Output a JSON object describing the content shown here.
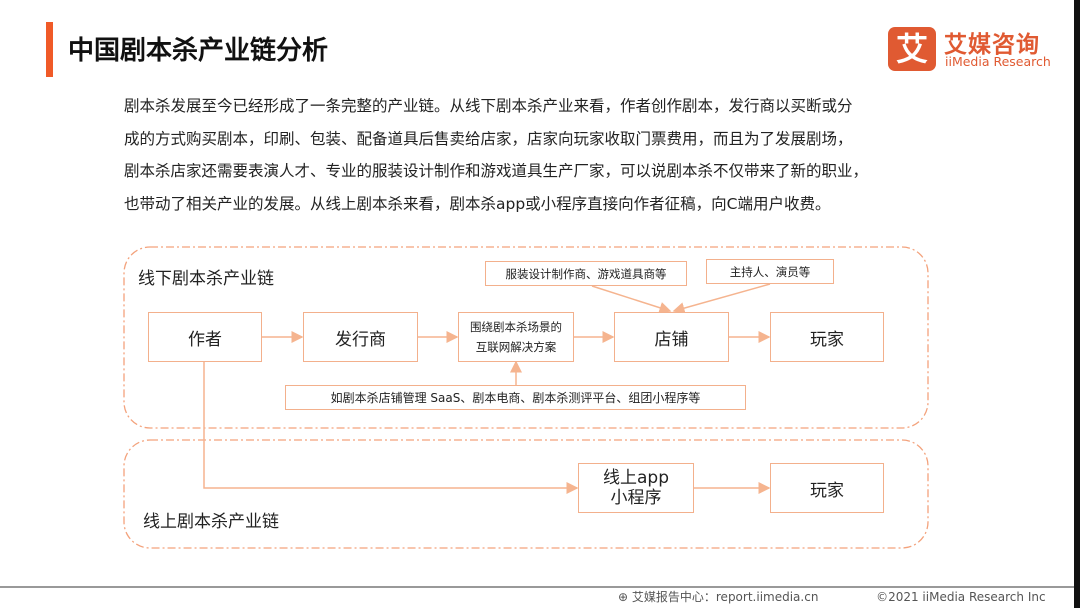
{
  "title": "中国剧本杀产业链分析",
  "logo": {
    "mark": "艾",
    "cn": "艾媒咨询",
    "en": "iiMedia Research"
  },
  "paragraph": [
    "剧本杀发展至今已经形成了一条完整的产业链。从线下剧本杀产业来看，作者创作剧本，发行商以买断或分",
    "成的方式购买剧本，印刷、包装、配备道具后售卖给店家，店家向玩家收取门票费用，而且为了发展剧场，",
    "剧本杀店家还需要表演人才、专业的服装设计制作和游戏道具生产厂家，可以说剧本杀不仅带来了新的职业，",
    "也带动了相关产业的发展。从线上剧本杀来看，剧本杀app或小程序直接向作者征稿，向C端用户收费。"
  ],
  "diagram": {
    "offline_label": "线下剧本杀产业链",
    "online_label": "线上剧本杀产业链",
    "author": "作者",
    "publisher": "发行商",
    "solution_line1": "围绕剧本杀场景的",
    "solution_line2": "互联网解决方案",
    "store": "店铺",
    "player": "玩家",
    "supplier": "服装设计制作商、游戏道具商等",
    "talent": "主持人、演员等",
    "examples": "如剧本杀店铺管理 SaaS、剧本电商、剧本杀测评平台、组团小程序等",
    "app_line1": "线上app",
    "app_line2": "小程序",
    "online_player": "玩家"
  },
  "footer": {
    "source": "艾媒报告中心：report.iimedia.cn",
    "copyright": "©2021  iiMedia Research  Inc"
  },
  "colors": {
    "accent": "#f05a28",
    "box_border": "#f3b08c",
    "arrow": "#f5b48f"
  }
}
